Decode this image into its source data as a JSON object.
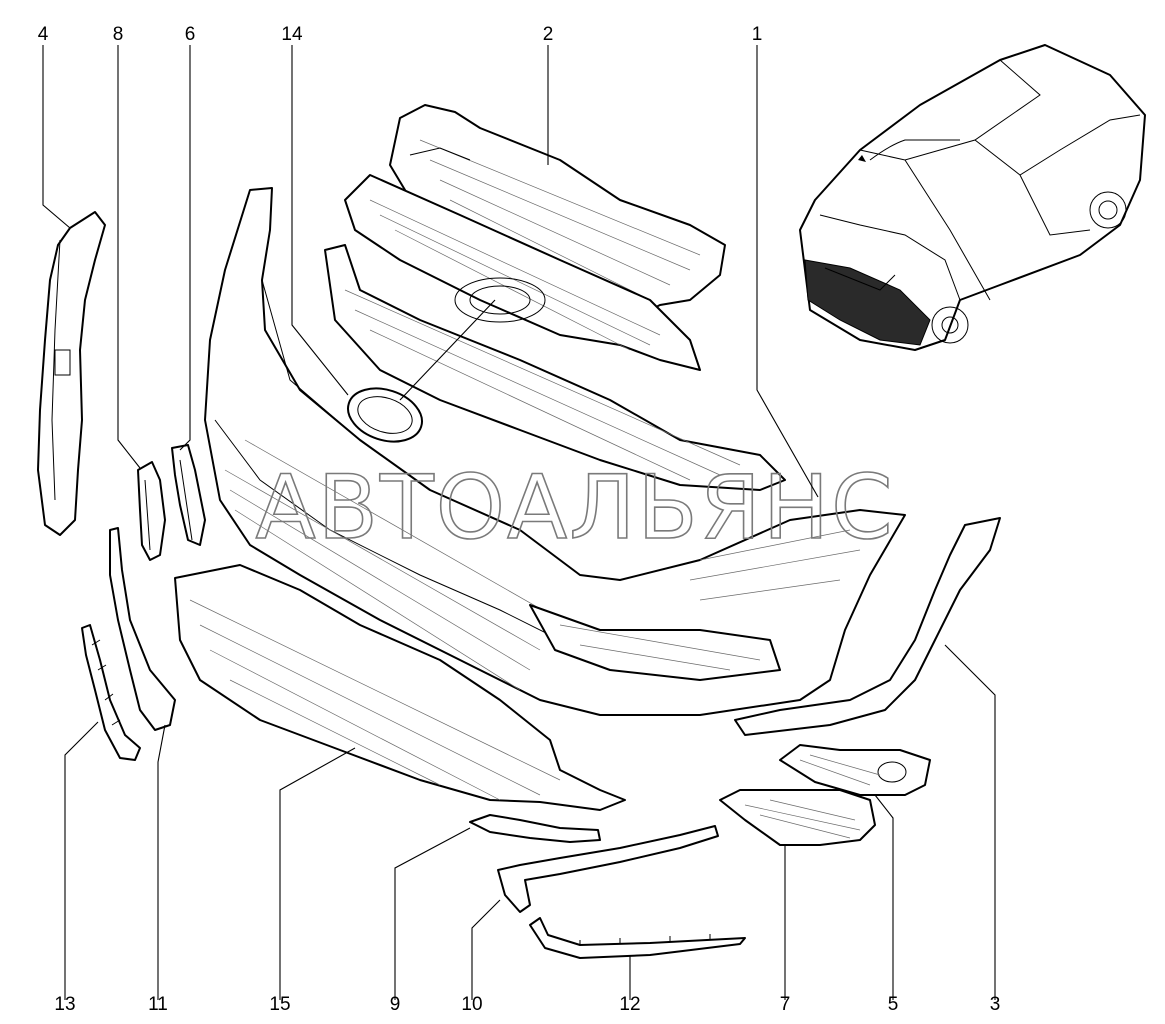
{
  "watermark": "АВТОАЛЬЯНС",
  "callouts": {
    "top": [
      "4",
      "8",
      "6",
      "14",
      "2",
      "1"
    ],
    "bottom": [
      "13",
      "11",
      "15",
      "9",
      "10",
      "12",
      "7",
      "5",
      "3"
    ]
  },
  "colors": {
    "line": "#000000",
    "background": "#ffffff",
    "watermark": "#7a7a7a"
  }
}
